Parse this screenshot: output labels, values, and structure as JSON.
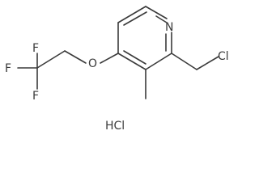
{
  "molecule": {
    "atoms": {
      "n": "N",
      "cl": "Cl",
      "o": "O",
      "f_top": "F",
      "f_left": "F",
      "f_bottom": "F"
    },
    "salt": "HCl"
  }
}
